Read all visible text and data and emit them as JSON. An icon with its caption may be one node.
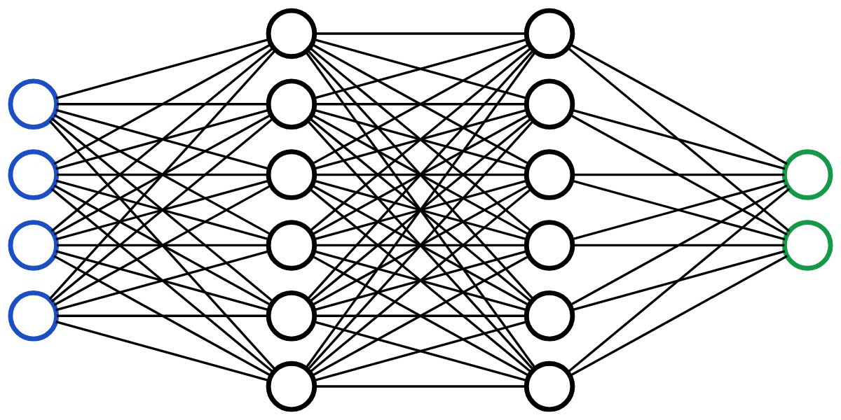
{
  "diagram": {
    "nodes": [
      {
        "text": [],
        "shape": "circle"
      },
      {
        "text": [],
        "shape": "circle"
      },
      {
        "text": [],
        "shape": "circle"
      },
      {
        "text": [],
        "shape": "circle"
      },
      {
        "text": [],
        "shape": "circle"
      },
      {
        "text": [],
        "shape": "circle"
      },
      {
        "text": [],
        "shape": "circle"
      },
      {
        "text": [],
        "shape": "circle"
      },
      {
        "text": [],
        "shape": "circle"
      },
      {
        "text": [],
        "shape": "circle"
      },
      {
        "text": [],
        "shape": "circle"
      },
      {
        "text": [],
        "shape": "circle"
      },
      {
        "text": [],
        "shape": "circle"
      },
      {
        "text": [],
        "shape": "circle"
      },
      {
        "text": [],
        "shape": "circle"
      },
      {
        "text": [],
        "shape": "circle"
      },
      {
        "text": [],
        "shape": "circle"
      },
      {
        "text": [],
        "shape": "circle"
      }
    ],
    "edges": [
      {
        "from": 0,
        "to": 4,
        "arrow": "none"
      },
      {
        "from": 0,
        "to": 5,
        "arrow": "none"
      },
      {
        "from": 0,
        "to": 6,
        "arrow": "none"
      },
      {
        "from": 0,
        "to": 7,
        "arrow": "none"
      },
      {
        "from": 0,
        "to": 8,
        "arrow": "none"
      },
      {
        "from": 0,
        "to": 9,
        "arrow": "none"
      },
      {
        "from": 1,
        "to": 4,
        "arrow": "none"
      },
      {
        "from": 1,
        "to": 5,
        "arrow": "none"
      },
      {
        "from": 1,
        "to": 6,
        "arrow": "none"
      },
      {
        "from": 1,
        "to": 7,
        "arrow": "none"
      },
      {
        "from": 1,
        "to": 8,
        "arrow": "none"
      },
      {
        "from": 1,
        "to": 9,
        "arrow": "none"
      },
      {
        "from": 2,
        "to": 4,
        "arrow": "none"
      },
      {
        "from": 2,
        "to": 5,
        "arrow": "none"
      },
      {
        "from": 2,
        "to": 6,
        "arrow": "none"
      },
      {
        "from": 2,
        "to": 7,
        "arrow": "none"
      },
      {
        "from": 2,
        "to": 8,
        "arrow": "none"
      },
      {
        "from": 2,
        "to": 9,
        "arrow": "none"
      },
      {
        "from": 3,
        "to": 4,
        "arrow": "none"
      },
      {
        "from": 3,
        "to": 5,
        "arrow": "none"
      },
      {
        "from": 3,
        "to": 6,
        "arrow": "none"
      },
      {
        "from": 3,
        "to": 7,
        "arrow": "none"
      },
      {
        "from": 3,
        "to": 8,
        "arrow": "none"
      },
      {
        "from": 3,
        "to": 9,
        "arrow": "none"
      },
      {
        "from": 4,
        "to": 10,
        "arrow": "none"
      },
      {
        "from": 4,
        "to": 11,
        "arrow": "none"
      },
      {
        "from": 4,
        "to": 12,
        "arrow": "none"
      },
      {
        "from": 4,
        "to": 13,
        "arrow": "none"
      },
      {
        "from": 4,
        "to": 14,
        "arrow": "none"
      },
      {
        "from": 4,
        "to": 15,
        "arrow": "none"
      },
      {
        "from": 5,
        "to": 10,
        "arrow": "none"
      },
      {
        "from": 5,
        "to": 11,
        "arrow": "none"
      },
      {
        "from": 5,
        "to": 12,
        "arrow": "none"
      },
      {
        "from": 5,
        "to": 13,
        "arrow": "none"
      },
      {
        "from": 5,
        "to": 14,
        "arrow": "none"
      },
      {
        "from": 5,
        "to": 15,
        "arrow": "none"
      },
      {
        "from": 6,
        "to": 10,
        "arrow": "none"
      },
      {
        "from": 6,
        "to": 11,
        "arrow": "none"
      },
      {
        "from": 6,
        "to": 12,
        "arrow": "none"
      },
      {
        "from": 6,
        "to": 13,
        "arrow": "none"
      },
      {
        "from": 6,
        "to": 14,
        "arrow": "none"
      },
      {
        "from": 6,
        "to": 15,
        "arrow": "none"
      },
      {
        "from": 7,
        "to": 10,
        "arrow": "none"
      },
      {
        "from": 7,
        "to": 11,
        "arrow": "none"
      },
      {
        "from": 7,
        "to": 12,
        "arrow": "none"
      },
      {
        "from": 7,
        "to": 13,
        "arrow": "none"
      },
      {
        "from": 7,
        "to": 14,
        "arrow": "none"
      },
      {
        "from": 7,
        "to": 15,
        "arrow": "none"
      },
      {
        "from": 8,
        "to": 10,
        "arrow": "none"
      },
      {
        "from": 8,
        "to": 11,
        "arrow": "none"
      },
      {
        "from": 8,
        "to": 12,
        "arrow": "none"
      },
      {
        "from": 8,
        "to": 13,
        "arrow": "none"
      },
      {
        "from": 8,
        "to": 14,
        "arrow": "none"
      },
      {
        "from": 8,
        "to": 15,
        "arrow": "none"
      },
      {
        "from": 9,
        "to": 10,
        "arrow": "none"
      },
      {
        "from": 9,
        "to": 11,
        "arrow": "none"
      },
      {
        "from": 9,
        "to": 12,
        "arrow": "none"
      },
      {
        "from": 9,
        "to": 13,
        "arrow": "none"
      },
      {
        "from": 9,
        "to": 14,
        "arrow": "none"
      },
      {
        "from": 9,
        "to": 15,
        "arrow": "none"
      },
      {
        "from": 10,
        "to": 16,
        "arrow": "none"
      },
      {
        "from": 10,
        "to": 17,
        "arrow": "none"
      },
      {
        "from": 11,
        "to": 16,
        "arrow": "none"
      },
      {
        "from": 11,
        "to": 17,
        "arrow": "none"
      },
      {
        "from": 12,
        "to": 16,
        "arrow": "none"
      },
      {
        "from": 12,
        "to": 17,
        "arrow": "none"
      },
      {
        "from": 13,
        "to": 16,
        "arrow": "none"
      },
      {
        "from": 13,
        "to": 17,
        "arrow": "none"
      },
      {
        "from": 14,
        "to": 16,
        "arrow": "none"
      },
      {
        "from": 14,
        "to": 17,
        "arrow": "none"
      },
      {
        "from": 15,
        "to": 16,
        "arrow": "none"
      },
      {
        "from": 15,
        "to": 17,
        "arrow": "none"
      }
    ]
  }
}
